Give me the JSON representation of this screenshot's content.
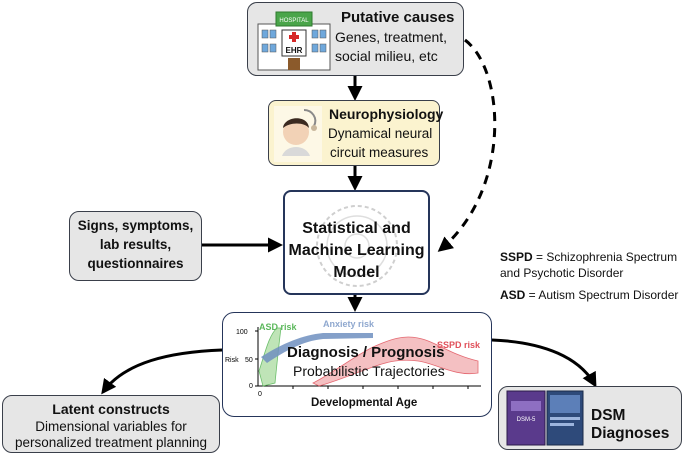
{
  "causes": {
    "title": "Putative causes",
    "line1": "Genes, treatment,",
    "line2": "social milieu, etc",
    "ehr_label": "EHR",
    "hospital_sign": "HOSPITAL"
  },
  "neuro": {
    "title": "Neurophysiology",
    "line1": "Dynamical neural",
    "line2": "circuit measures"
  },
  "model": {
    "line1": "Statistical and",
    "line2": "Machine Learning",
    "line3": "Model"
  },
  "signs": {
    "line1": "Signs, symptoms,",
    "line2": "lab results,",
    "line3": "questionnaires"
  },
  "legend": {
    "sspd_abbr": "SSPD",
    "sspd_def_1": " = Schizophrenia Spectrum",
    "sspd_def_2": "and Psychotic Disorder",
    "asd_abbr": "ASD",
    "asd_def": " = Autism Spectrum Disorder"
  },
  "diagnosis": {
    "title": "Diagnosis / Prognosis",
    "subtitle": "Probabilistic Trajectories",
    "xlabel": "Developmental Age",
    "ylabel": "Risk",
    "ytick_100": "100",
    "ytick_50": "50",
    "ytick_0": "0",
    "xtick_0": "0",
    "asd_label": "ASD risk",
    "anxiety_label": "Anxiety risk",
    "sspd_label": "SSPD risk",
    "colors": {
      "asd": "#5cb85c",
      "anxiety": "#8fa8cf",
      "sspd": "#e0505a"
    }
  },
  "latent": {
    "title": "Latent constructs",
    "line1": "Dimensional variables for",
    "line2": "personalized treatment planning"
  },
  "dsm": {
    "title": "DSM Diagnoses",
    "book1_label": "DSM-5",
    "colors": {
      "book1": "#5a3a8c",
      "book2": "#2e4a7a"
    }
  }
}
